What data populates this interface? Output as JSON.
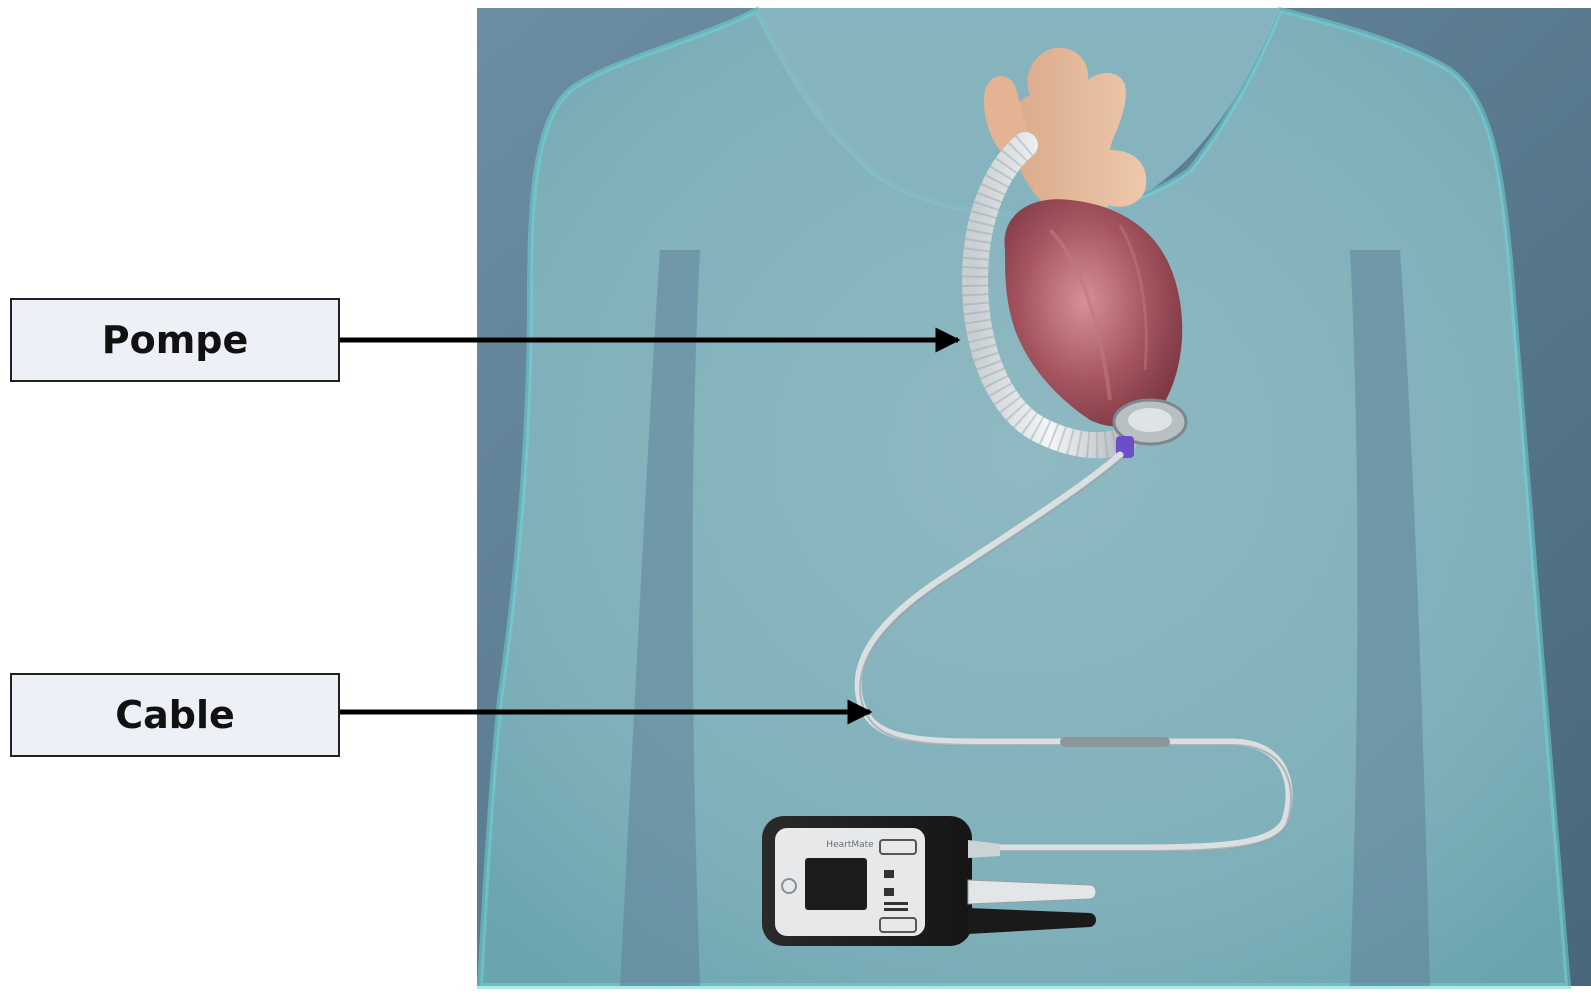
{
  "labels": {
    "pump": "Pompe",
    "cable": "Cable"
  },
  "device": {
    "brand": "HeartMate"
  },
  "colors": {
    "background_photo": "#5f8195",
    "body": "#8fc3c9",
    "label_fill": "#eef0f8",
    "arrow": "#000000"
  },
  "icons": [
    "heart-illustration",
    "lvad-pump",
    "controller-device",
    "battery-connector"
  ]
}
